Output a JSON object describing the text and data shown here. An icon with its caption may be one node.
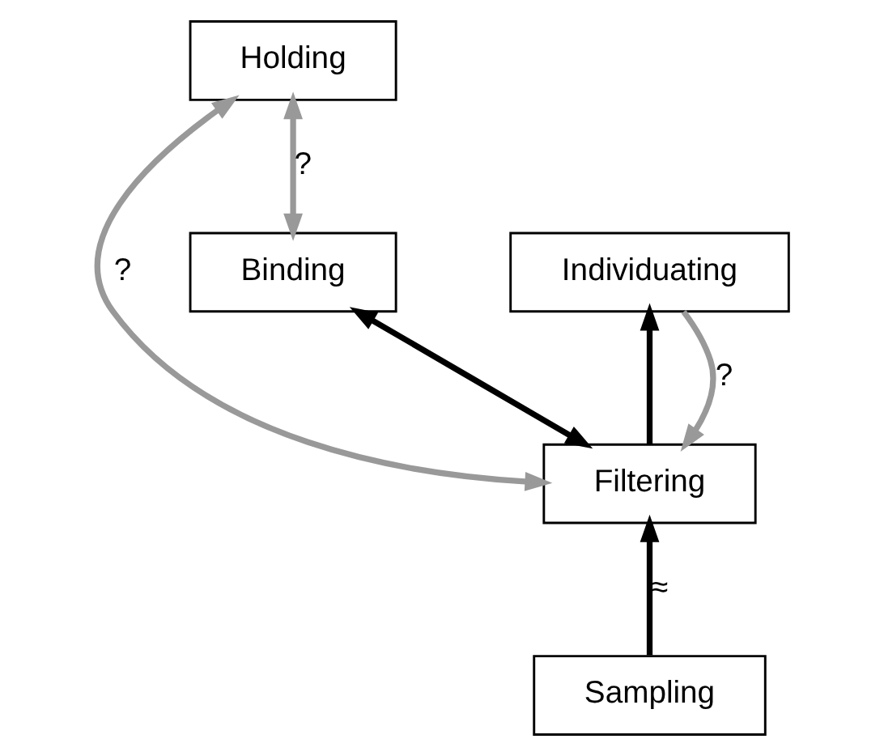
{
  "diagram": {
    "nodes": [
      {
        "text": [
          "Holding"
        ]
      },
      {
        "text": [
          "Binding"
        ]
      },
      {
        "text": [
          "Individuating"
        ]
      },
      {
        "text": [
          "Filtering"
        ]
      },
      {
        "text": [
          "Sampling"
        ]
      }
    ],
    "edges": [
      {
        "from": 1,
        "to": 0,
        "arrow": "both",
        "label": "?",
        "color": "#999999"
      },
      {
        "from": 0,
        "to": 3,
        "arrow": "both",
        "label": "?",
        "color": "#999999"
      },
      {
        "from": 1,
        "to": 3,
        "arrow": "both",
        "color": "#000000"
      },
      {
        "from": 3,
        "to": 2,
        "arrow": "to",
        "color": "#000000"
      },
      {
        "from": 2,
        "to": 3,
        "arrow": "to",
        "label": "?",
        "color": "#999999"
      },
      {
        "from": 4,
        "to": 3,
        "arrow": "to",
        "label": "≈",
        "color": "#000000"
      }
    ]
  }
}
